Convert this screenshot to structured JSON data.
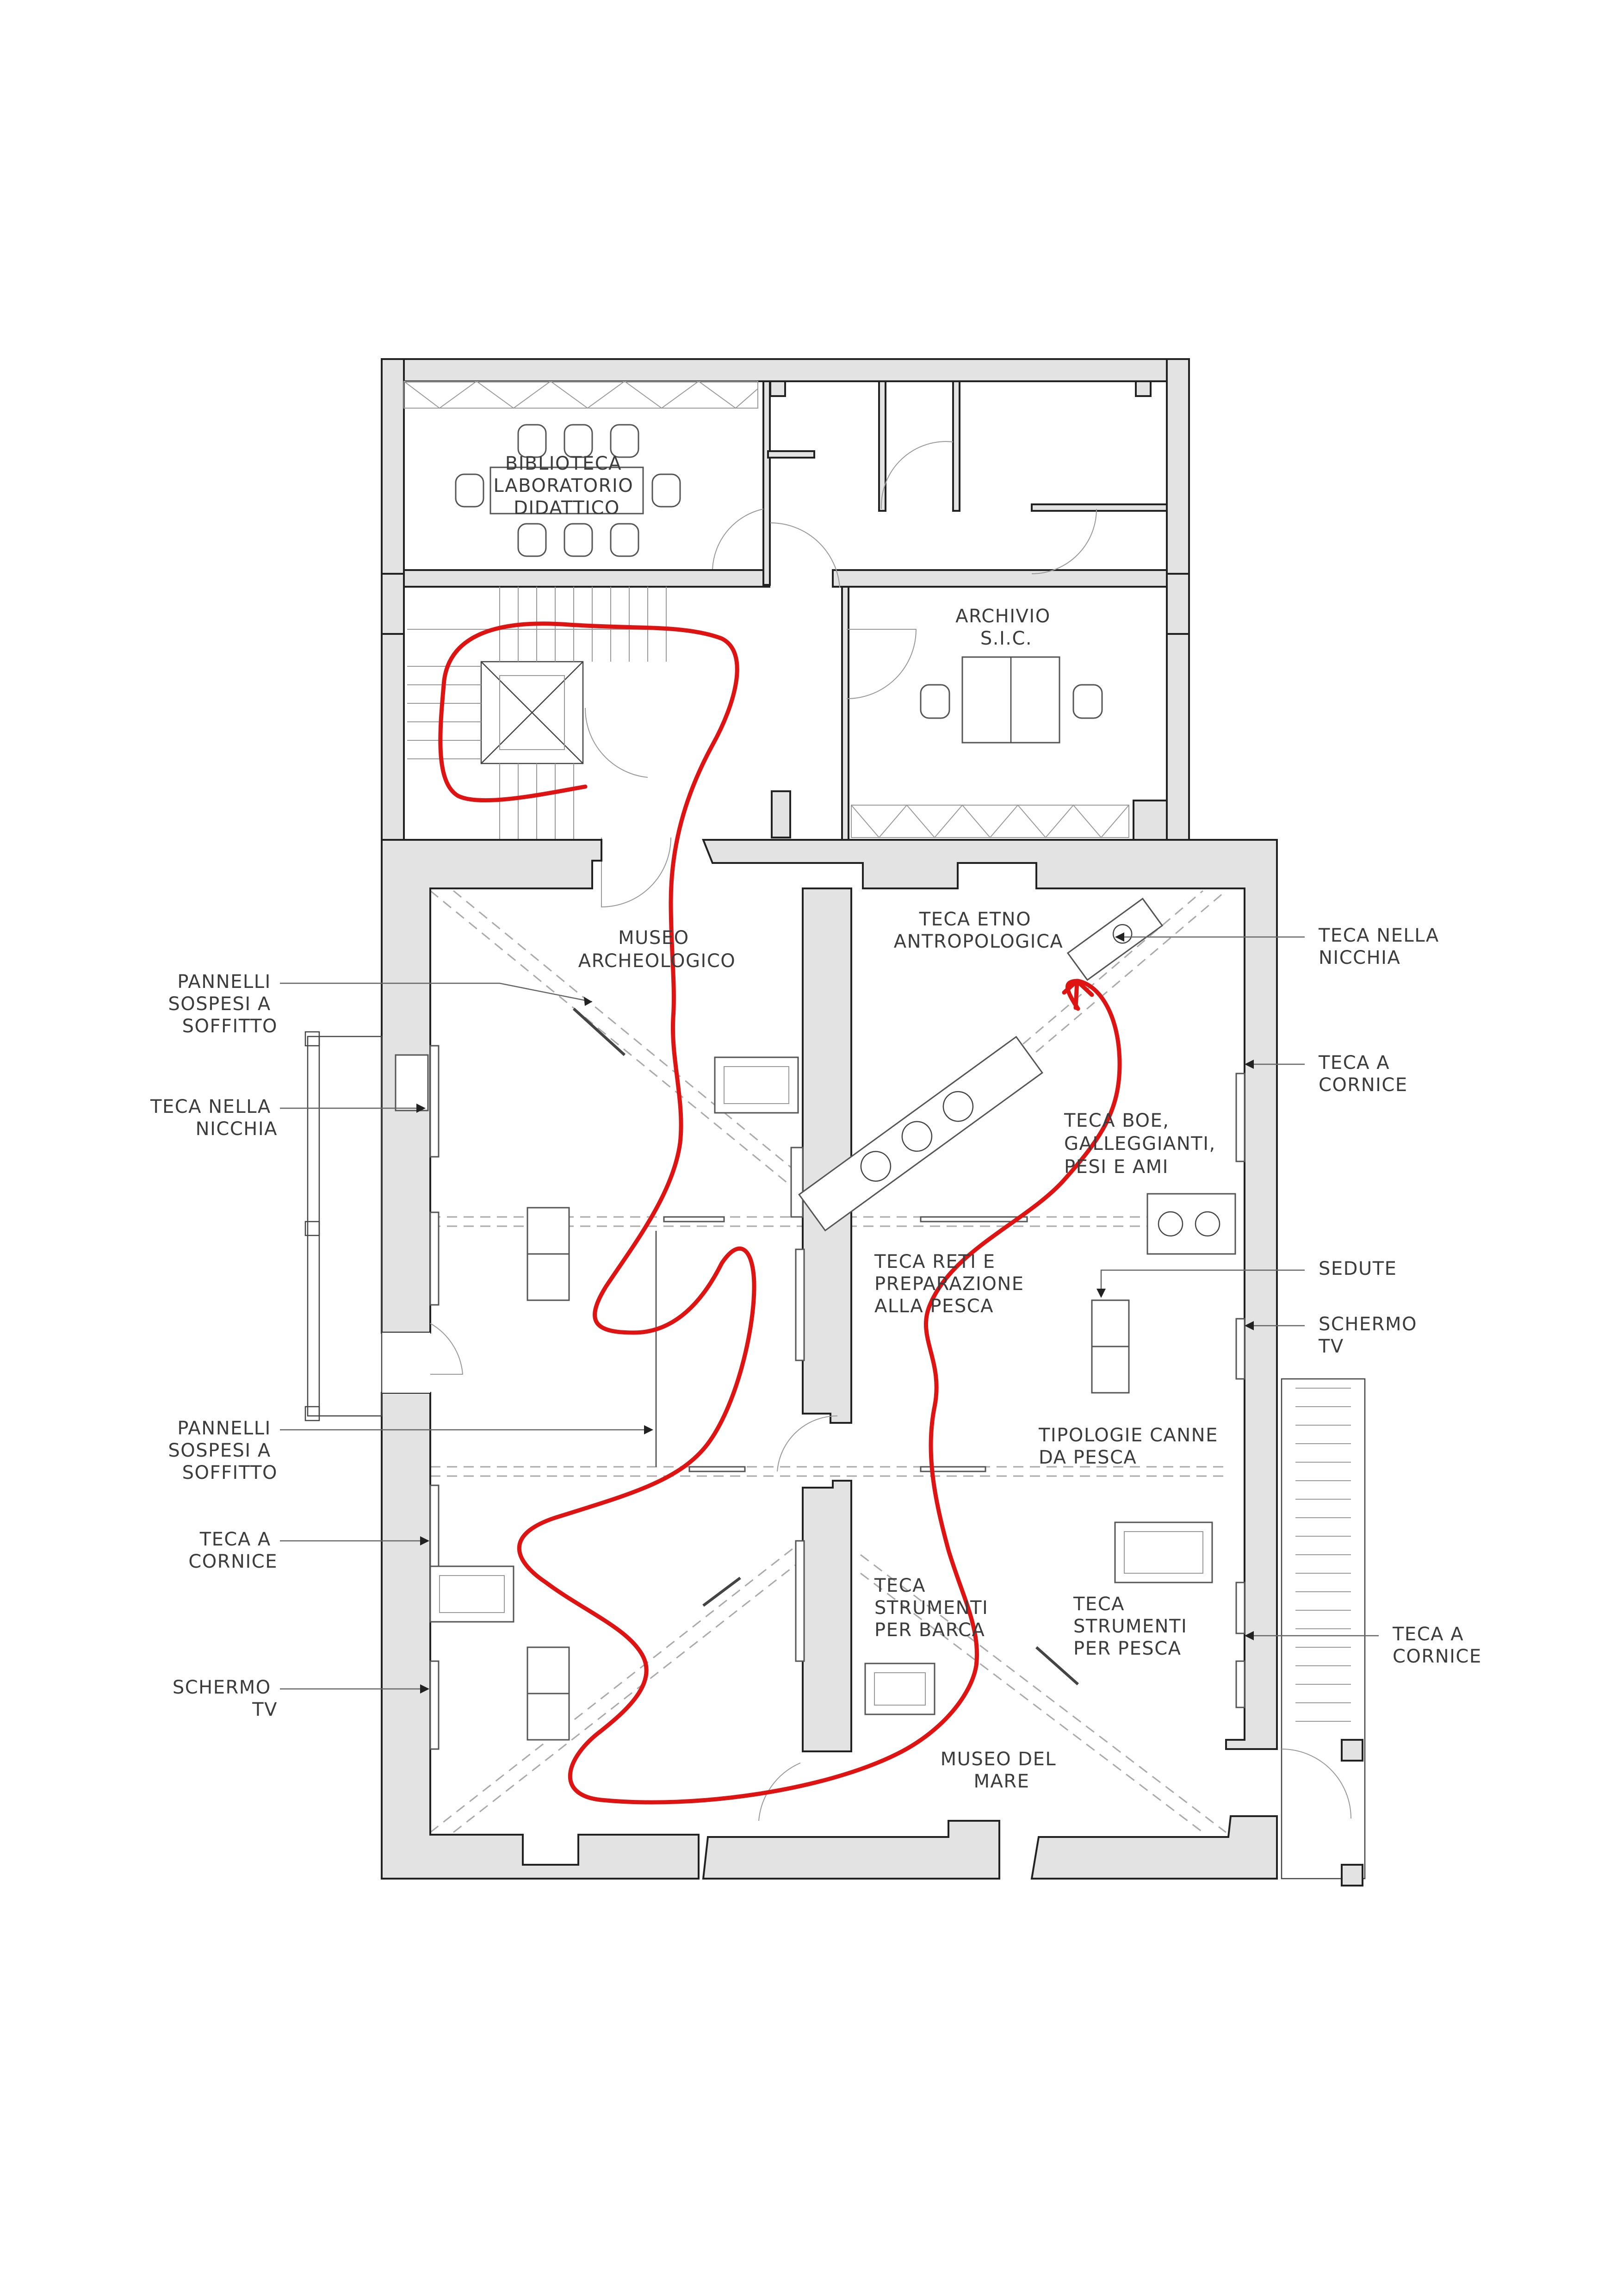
{
  "rooms": {
    "biblioteca": [
      "BIBLIOTECA",
      "LABORATORIO",
      "DIDATTICO"
    ],
    "archivio": [
      "ARCHIVIO",
      "S.I.C."
    ],
    "museo_archeologico": [
      "MUSEO",
      "ARCHEOLOGICO"
    ],
    "museo_mare": [
      "MUSEO DEL",
      "MARE"
    ]
  },
  "inner_labels": {
    "teca_etno": [
      "TECA   ETNO",
      "ANTROPOLOGICA"
    ],
    "teca_boe": [
      "TECA  BOE,",
      "GALLEGGIANTI,",
      "PESI  E  AMI"
    ],
    "teca_reti": [
      "TECA  RETI  E",
      "PREPARAZIONE",
      "ALLA  PESCA"
    ],
    "tipologie_canne": [
      "TIPOLOGIE  CANNE",
      "DA  PESCA"
    ],
    "teca_strumenti_barca": [
      "TECA",
      "STRUMENTI",
      "PER  BARCA"
    ],
    "teca_strumenti_pesca": [
      "TECA",
      "STRUMENTI",
      "PER  PESCA"
    ]
  },
  "left_callouts": {
    "pannelli_1": [
      "PANNELLI",
      "SOSPESI  A",
      "SOFFITTO"
    ],
    "teca_nicchia": [
      "TECA  NELLA",
      "NICCHIA"
    ],
    "pannelli_2": [
      "PANNELLI",
      "SOSPESI  A",
      "SOFFITTO"
    ],
    "teca_cornice": [
      "TECA  A",
      "CORNICE"
    ],
    "schermo_tv": [
      "SCHERMO",
      "TV"
    ]
  },
  "right_callouts": {
    "teca_nicchia": [
      "TECA  NELLA",
      "NICCHIA"
    ],
    "teca_cornice_1": [
      "TECA  A",
      "CORNICE"
    ],
    "sedute": [
      "SEDUTE"
    ],
    "schermo_tv": [
      "SCHERMO",
      "TV"
    ],
    "teca_cornice_2": [
      "TECA  A",
      "CORNICE"
    ]
  },
  "colors": {
    "route": "#e01313",
    "wall_fill": "#e3e3e3",
    "line": "#222222"
  }
}
